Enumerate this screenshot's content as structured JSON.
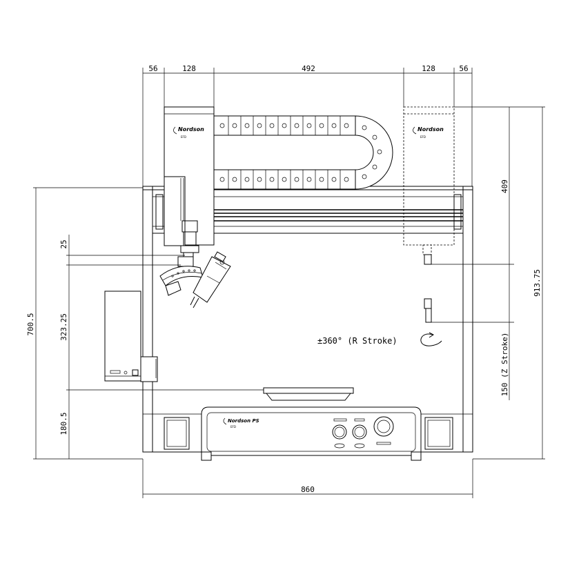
{
  "dimensions": {
    "top": [
      "56",
      "128",
      "492",
      "128",
      "56"
    ],
    "bottom_width": "860",
    "left_total": "700.5",
    "left_offset": "25",
    "left_mid": "323.25",
    "left_low": "180.5",
    "right_total": "913.75",
    "right_upper": "409",
    "right_z": "150 (Z Stroke)"
  },
  "annotations": {
    "r_stroke": "±360° (R Stroke)"
  },
  "logos": {
    "brand": "Nordson",
    "model": "EFD",
    "controller_model": "Nordson PS"
  }
}
